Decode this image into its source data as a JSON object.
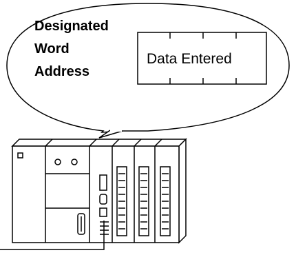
{
  "callout": {
    "label_lines": [
      "Designated",
      "Word",
      "Address"
    ]
  },
  "register_box": {
    "value": "Data Entered"
  },
  "colors": {
    "stroke": "#000000",
    "background": "#ffffff"
  }
}
